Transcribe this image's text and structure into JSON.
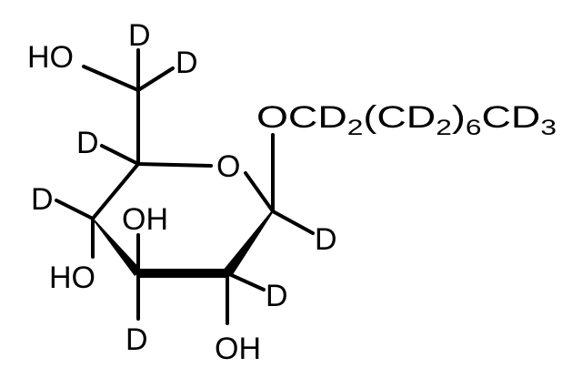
{
  "structure": {
    "hydroxymethyl": {
      "oh": "HO",
      "d1": "D",
      "d2": "D"
    },
    "c5_d": "D",
    "ring_oxygen": "O",
    "c4": {
      "d": "D",
      "ho": "HO"
    },
    "c3": {
      "oh": "OH",
      "d": "D"
    },
    "c2": {
      "d": "D",
      "oh": "OH"
    },
    "c1_d": "D",
    "side_chain": {
      "oc": "OCD",
      "sub1": "2",
      "open": "(CD",
      "sub2": "2",
      "close": ")",
      "sub3": "6",
      "cd": "CD",
      "sub4": "3"
    }
  }
}
